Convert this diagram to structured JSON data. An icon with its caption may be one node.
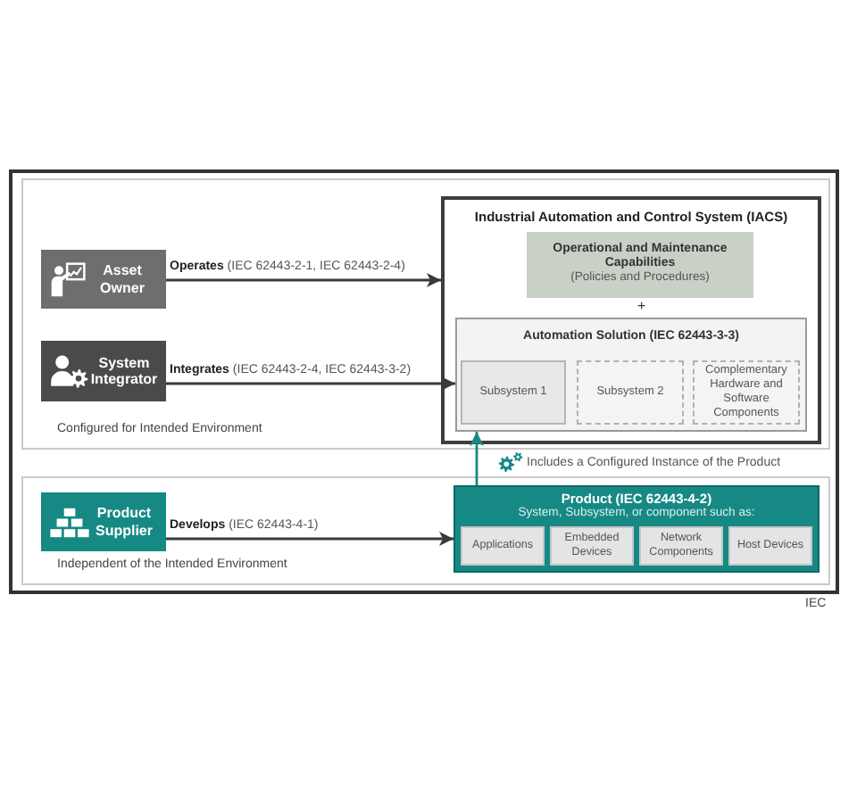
{
  "diagram": {
    "nodes": [
      {
        "text": [
          "Configured for Intended Environment"
        ]
      },
      {
        "text": [
          "Asset Owner"
        ],
        "in": 0
      },
      {
        "text": [
          "System Integrator"
        ],
        "in": 0
      },
      {
        "text": [
          "Industrial Automation and Control System (IACS)"
        ],
        "in": 0
      },
      {
        "text": [
          "Operational and Maintenance Capabilities",
          "(Policies and Procedures)"
        ],
        "in": 3
      },
      {
        "text": [
          "Automation Solution (IEC 62443-3-3)"
        ],
        "in": 3
      },
      {
        "text": [
          "Subsystem 1"
        ],
        "in": 5
      },
      {
        "text": [
          "Subsystem 2"
        ],
        "in": 5
      },
      {
        "text": [
          "Complementary Hardware and Software Components"
        ],
        "in": 5
      },
      {
        "text": [
          "Independent of the Intended Environment"
        ]
      },
      {
        "text": [
          "Product Supplier"
        ],
        "in": 9
      },
      {
        "text": [
          "Product (IEC 62443-4-2)",
          "System, Subsystem, or component such as:"
        ],
        "in": 9
      },
      {
        "text": [
          "Applications"
        ],
        "in": 11
      },
      {
        "text": [
          "Embedded Devices"
        ],
        "in": 11
      },
      {
        "text": [
          "Network Components"
        ],
        "in": 11
      },
      {
        "text": [
          "Host Devices"
        ],
        "in": 11
      }
    ],
    "edges": [
      {
        "from": 1,
        "to": 3,
        "arrow": "to",
        "label": "**Operates** (IEC 62443-2-1, IEC 62443-2-4)"
      },
      {
        "from": 2,
        "to": 5,
        "arrow": "to",
        "label": "**Integrates** (IEC 62443-2-4, IEC 62443-3-2)"
      },
      {
        "from": 10,
        "to": 11,
        "arrow": "to",
        "label": "**Develops** (IEC 62443-4-1)"
      },
      {
        "from": 11,
        "to": 5,
        "arrow": "to",
        "label": "Includes a Configured Instance of the Product",
        "color": "#168985"
      }
    ],
    "labels": [
      "+",
      "IEC"
    ]
  }
}
